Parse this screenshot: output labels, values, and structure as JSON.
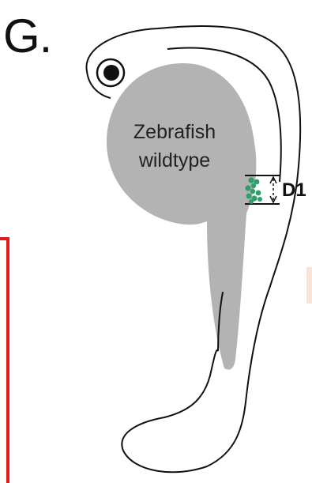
{
  "panel": {
    "letter": "G."
  },
  "specimen": {
    "label_line1": "Zebrafish",
    "label_line2": "wildtype"
  },
  "measurement": {
    "label": "D1"
  },
  "colors": {
    "yolk": "#b3b3b3",
    "outline": "#111111",
    "cells": "#2e9e6b",
    "frame": "#e01b1b"
  }
}
